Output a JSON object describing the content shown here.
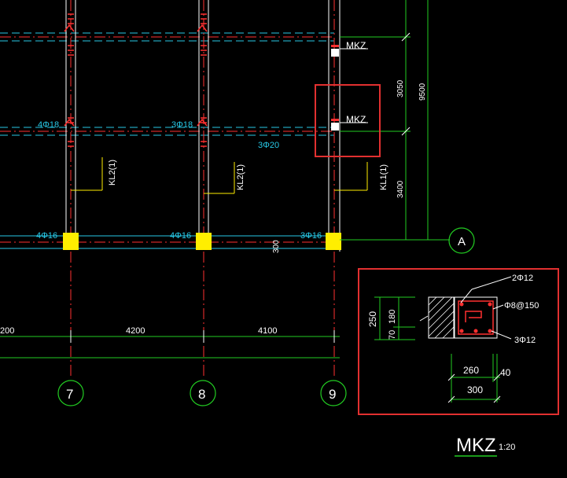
{
  "plan": {
    "beam_labels": [
      "KL2(1)",
      "KL2(1)",
      "KL1(1)"
    ],
    "rebar_top": [
      "4Φ18",
      "3Φ18",
      "3Φ20"
    ],
    "rebar_bottom": [
      "4Φ16",
      "4Φ16",
      "3Φ16"
    ],
    "mkz_labels": [
      "MKZ",
      "MKZ"
    ],
    "dim_300": "300",
    "right_dims": [
      "3050",
      "9500",
      "3400"
    ],
    "axis_row": "A",
    "axis_cols": [
      "7",
      "8",
      "9"
    ],
    "span_dims": [
      "200",
      "4200",
      "4100"
    ]
  },
  "detail": {
    "title": "MKZ",
    "scale": "1:20",
    "dims": [
      "250",
      "180",
      "70",
      "260",
      "300",
      "40"
    ],
    "rebar": [
      "2Φ12",
      "Φ8@150",
      "3Φ12"
    ]
  },
  "colors": {
    "cyan": "#27c8e6",
    "green": "#22cc22",
    "red": "#ff3030",
    "yellow": "#ffee00",
    "highlight": "#e23030"
  }
}
